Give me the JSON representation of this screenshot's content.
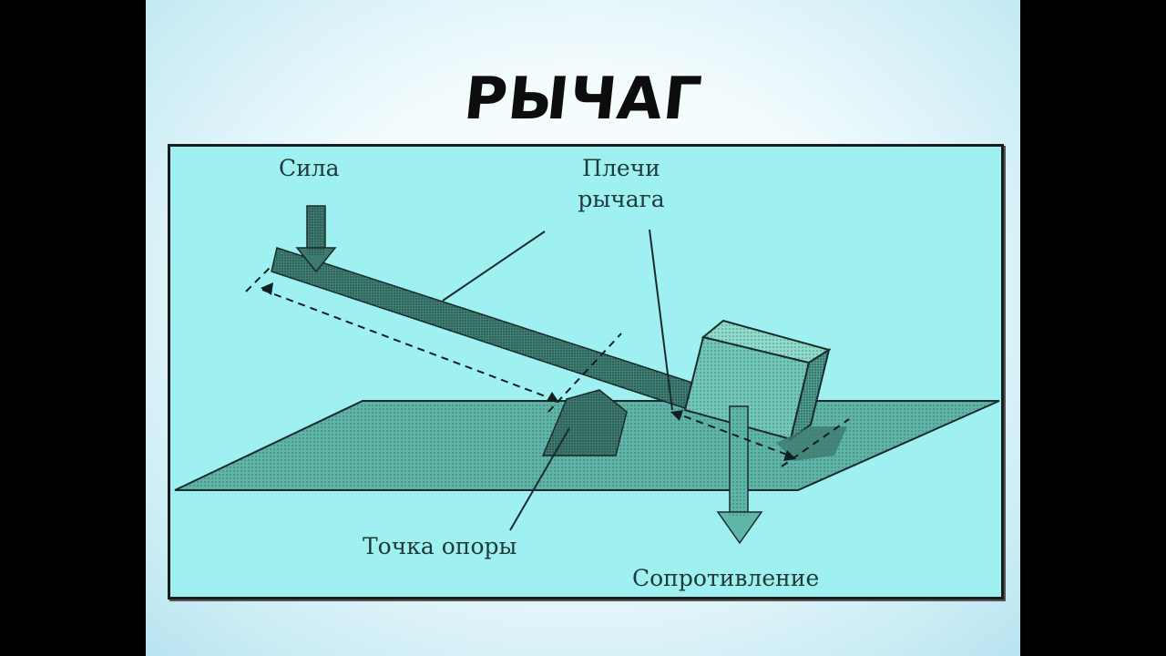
{
  "slide": {
    "title": "РЫЧАГ"
  },
  "diagram": {
    "labels": {
      "force": "Сила",
      "arms_line1": "Плечи",
      "arms_line2": "рычага",
      "fulcrum": "Точка опоры",
      "resistance": "Сопротивление"
    },
    "colors": {
      "panel_bg": "#9ff0f0",
      "plane": "#5fb5a8",
      "lever": "#3f7f74",
      "box": "#6fc5b5",
      "fulcrum": "#3e7a6f",
      "line": "#1b2b2b"
    }
  }
}
